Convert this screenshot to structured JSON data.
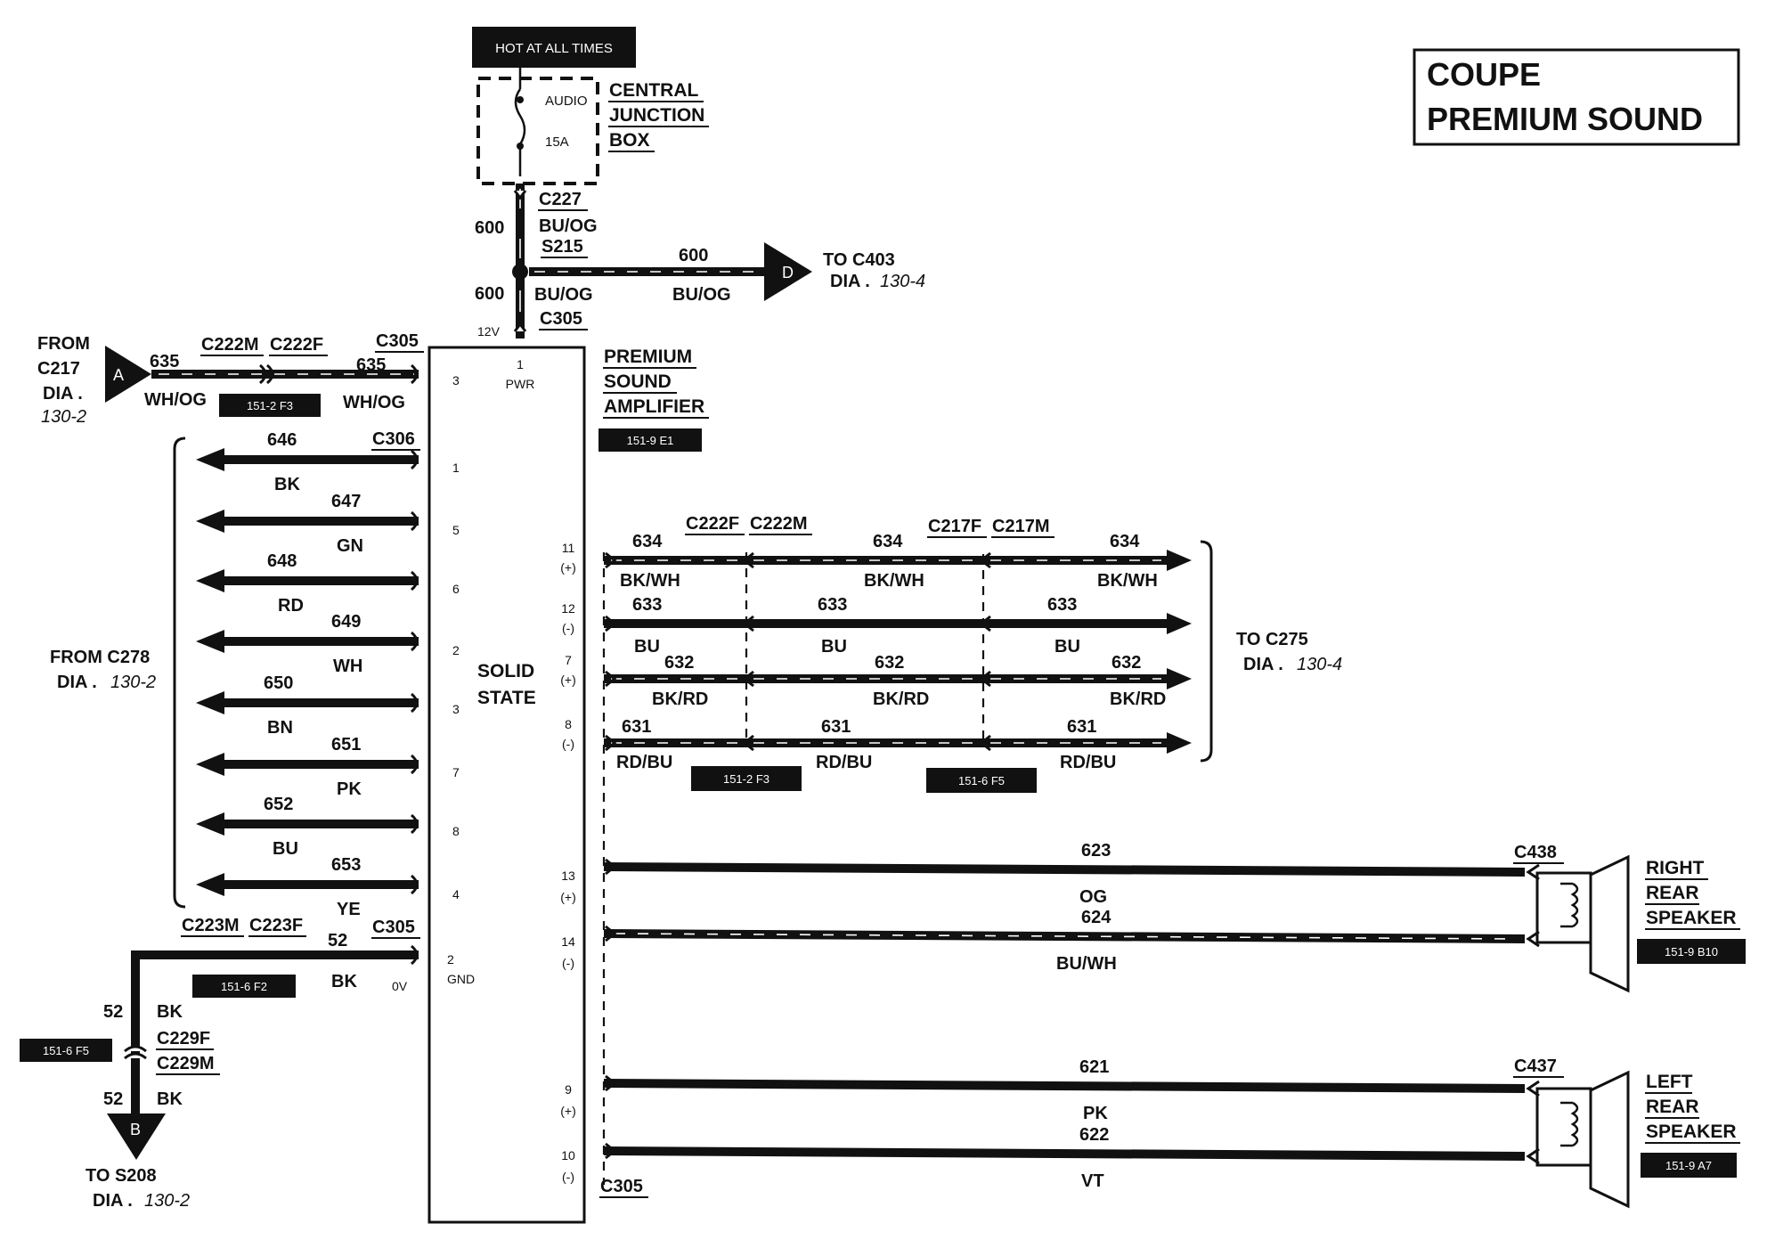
{
  "title": {
    "line1": "COUPE",
    "line2": "PREMIUM SOUND"
  },
  "top": {
    "hot_label": "HOT AT ALL TIMES",
    "fuse_name": "AUDIO",
    "fuse_rating": "15A",
    "cjb": [
      "CENTRAL",
      "JUNCTION",
      "BOX"
    ],
    "c227": "C227",
    "s215": "S215",
    "c305": "C305",
    "circuit": "600",
    "color": "BU/OG",
    "volt": "12V",
    "to_d": [
      "TO C403",
      "DIA .",
      "130-4"
    ],
    "conn_d": "D"
  },
  "amp": {
    "name": [
      "PREMIUM",
      "SOUND",
      "AMPLIFIER"
    ],
    "ref": "151-9 E1",
    "body": [
      "SOLID",
      "STATE"
    ],
    "pwr_pin": "1",
    "pwr": "PWR",
    "gnd_pin": "2",
    "gnd": "GND",
    "left_pins": [
      "3",
      "1",
      "5",
      "6",
      "2",
      "3",
      "7",
      "8",
      "4",
      "2"
    ],
    "right_pins": [
      {
        "n": "11",
        "s": "(+)"
      },
      {
        "n": "12",
        "s": "(-)"
      },
      {
        "n": "7",
        "s": "(+)"
      },
      {
        "n": "8",
        "s": "(-)"
      },
      {
        "n": "13",
        "s": "(+)"
      },
      {
        "n": "14",
        "s": "(-)"
      },
      {
        "n": "9",
        "s": "(+)"
      },
      {
        "n": "10",
        "s": "(-)"
      }
    ]
  },
  "input_a": {
    "from": [
      "FROM",
      "C217",
      "DIA .",
      "130-2"
    ],
    "conn": "A",
    "circuit": "635",
    "color": "WH/OG",
    "c222m": "C222M",
    "c222f": "C222F",
    "c305": "C305",
    "ref": "151-2 F3"
  },
  "c278": {
    "from": [
      "FROM C278",
      "DIA .",
      "130-2"
    ],
    "c306": "C306",
    "wires": [
      {
        "circuit": "646",
        "color": "BK"
      },
      {
        "circuit": "647",
        "color": "GN"
      },
      {
        "circuit": "648",
        "color": "RD"
      },
      {
        "circuit": "649",
        "color": "WH"
      },
      {
        "circuit": "650",
        "color": "BN"
      },
      {
        "circuit": "651",
        "color": "PK"
      },
      {
        "circuit": "652",
        "color": "BU"
      },
      {
        "circuit": "653",
        "color": "YE"
      }
    ]
  },
  "ground": {
    "c223m": "C223M",
    "c223f": "C223F",
    "c305": "C305",
    "circuit": "52",
    "color": "BK",
    "volt": "0V",
    "ref1": "151-6 F2",
    "ref2": "151-6 F5",
    "c229f": "C229F",
    "c229m": "C229M",
    "conn": "B",
    "to": [
      "TO S208",
      "DIA .",
      "130-2"
    ]
  },
  "c275": {
    "c222f": "C222F",
    "c222m": "C222M",
    "c217f": "C217F",
    "c217m": "C217M",
    "to": [
      "TO C275",
      "DIA .",
      "130-4"
    ],
    "ref1": "151-2 F3",
    "ref2": "151-6 F5",
    "wires": [
      {
        "circuit": "634",
        "color": "BK/WH"
      },
      {
        "circuit": "633",
        "color": "BU"
      },
      {
        "circuit": "632",
        "color": "BK/RD"
      },
      {
        "circuit": "631",
        "color": "RD/BU"
      }
    ]
  },
  "speakers": {
    "right": {
      "conn": "C438",
      "name": [
        "RIGHT",
        "REAR",
        "SPEAKER"
      ],
      "ref": "151-9 B10",
      "wires": [
        {
          "circuit": "623",
          "color": "OG"
        },
        {
          "circuit": "624",
          "color": "BU/WH"
        }
      ]
    },
    "left": {
      "conn": "C437",
      "name": [
        "LEFT",
        "REAR",
        "SPEAKER"
      ],
      "ref": "151-9 A7",
      "wires": [
        {
          "circuit": "621",
          "color": "PK"
        },
        {
          "circuit": "622",
          "color": "VT"
        }
      ]
    },
    "c305": "C305"
  }
}
